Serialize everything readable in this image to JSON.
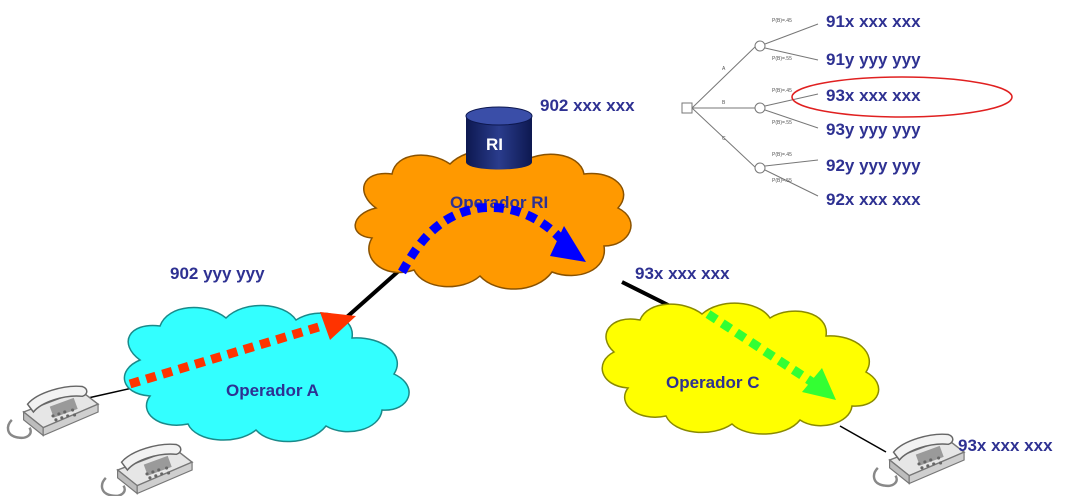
{
  "database": {
    "label": "RI"
  },
  "clouds": {
    "ri": {
      "label": "Operador  RI",
      "color": "#ff9900"
    },
    "a": {
      "label": "Operador A",
      "color": "#33ffff"
    },
    "c": {
      "label": "Operador C",
      "color": "#ffff00"
    }
  },
  "labels": {
    "number_a": "902 yyy  yyy",
    "number_ri": "902 xxx xxx",
    "number_c_link": "93x xxx xxx",
    "number_phone_c": "93x xxx xxx"
  },
  "tree": {
    "root_branches": [
      "A",
      "B",
      "C"
    ],
    "leaves": [
      "91x xxx xxx",
      "91y yyy yyy",
      "93x xxx xxx",
      "93y yyy yyy",
      "92y yyy yyy",
      "92x xxx xxx"
    ],
    "highlighted_leaf": "93x xxx xxx",
    "prob_labels": [
      "P(B)=.45",
      "P(B)=.55",
      "P(B)=.45",
      "P(B)=.55",
      "P(B)=.45",
      "P(B)=.55"
    ]
  },
  "colors": {
    "text": "#2e3192",
    "arrow_red": "#ff3300",
    "arrow_blue": "#0000ff",
    "arrow_green": "#33ff33",
    "highlight": "#e02020",
    "database": "#1a2a6c"
  }
}
